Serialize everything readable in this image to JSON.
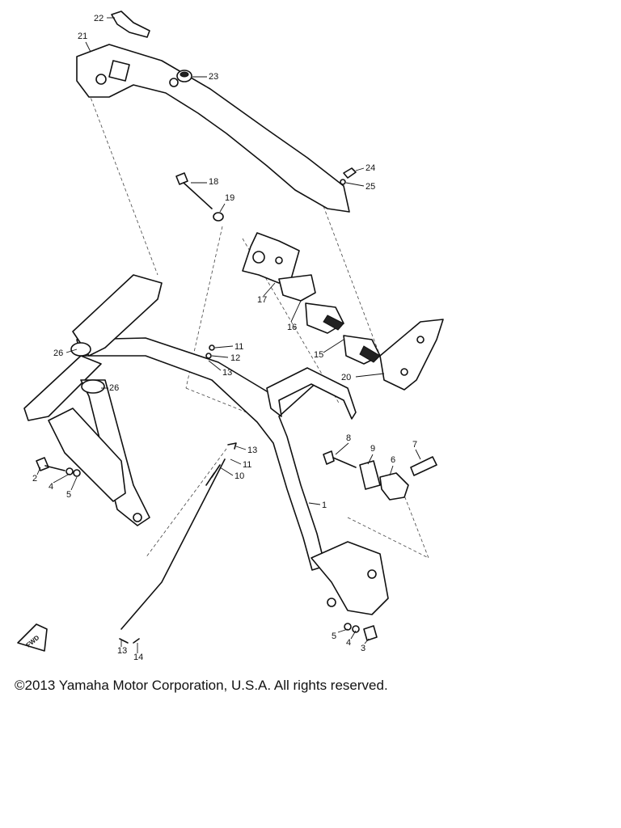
{
  "diagram": {
    "part_labels": [
      "1",
      "2",
      "3",
      "4",
      "5",
      "6",
      "7",
      "8",
      "9",
      "10",
      "11",
      "12",
      "13",
      "14",
      "15",
      "16",
      "17",
      "18",
      "19",
      "20",
      "21",
      "22",
      "23",
      "24",
      "25",
      "26"
    ],
    "fwd_label": "FWD"
  },
  "footer": {
    "copyright": "©2013 Yamaha Motor Corporation, U.S.A. All rights reserved."
  }
}
